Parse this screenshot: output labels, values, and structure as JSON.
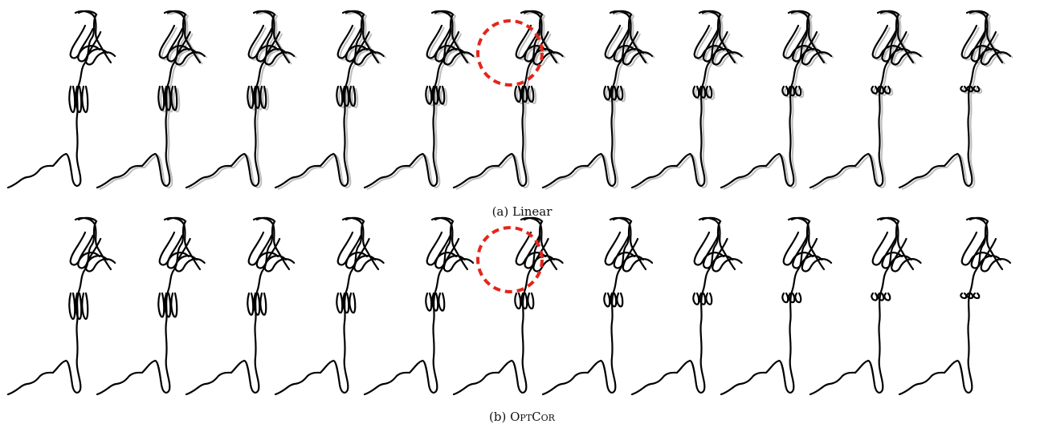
{
  "figure": {
    "rows": [
      {
        "id": "a",
        "caption_prefix": "(a)",
        "caption_name": "Linear",
        "frames": 11,
        "highlight_frame": 5
      },
      {
        "id": "b",
        "caption_prefix": "(b)",
        "caption_name": "OptCor",
        "frames": 11,
        "highlight_frame": 5
      }
    ]
  },
  "colors": {
    "stroke": "#000000",
    "ghost": "#bdbdbd",
    "highlight": "#e3261b"
  }
}
